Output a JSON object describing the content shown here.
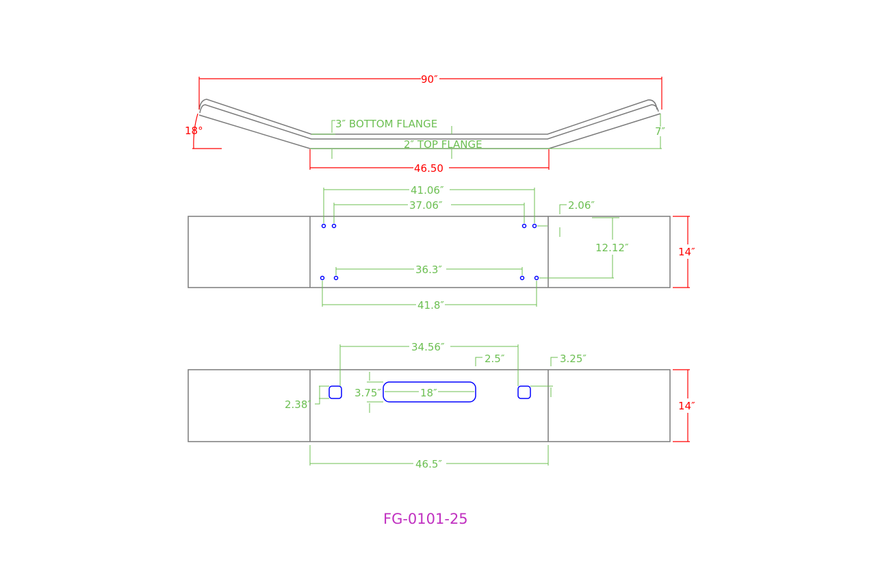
{
  "colors": {
    "dimension_red": "#ff0000",
    "dimension_green": "#6cbf52",
    "outline": "#7a7a7a",
    "holes": "#0000ff",
    "part_number": "#c030c0"
  },
  "top_view": {
    "overall_width": "90″",
    "angle": "18°",
    "height": "7″",
    "bottom_flange": "3″ BOTTOM FLANGE",
    "top_flange": "2″ TOP FLANGE",
    "center_width": "46.50"
  },
  "middle_view": {
    "upper_outer_spacing": "41.06″",
    "upper_inner_spacing": "37.06″",
    "edge_offset": "2.06″",
    "vertical_spacing": "12.12″",
    "lower_inner_spacing": "36.3″",
    "lower_outer_spacing": "41.8″",
    "height": "14″"
  },
  "bottom_view": {
    "square_spacing": "34.56″",
    "slot_offset": "2.5″",
    "square_offset": "3.25″",
    "slot_height": "3.75″",
    "slot_length": "18″",
    "square_size": "2.38″",
    "center_width": "46.5″",
    "height": "14″"
  },
  "part_number": "FG-0101-25"
}
